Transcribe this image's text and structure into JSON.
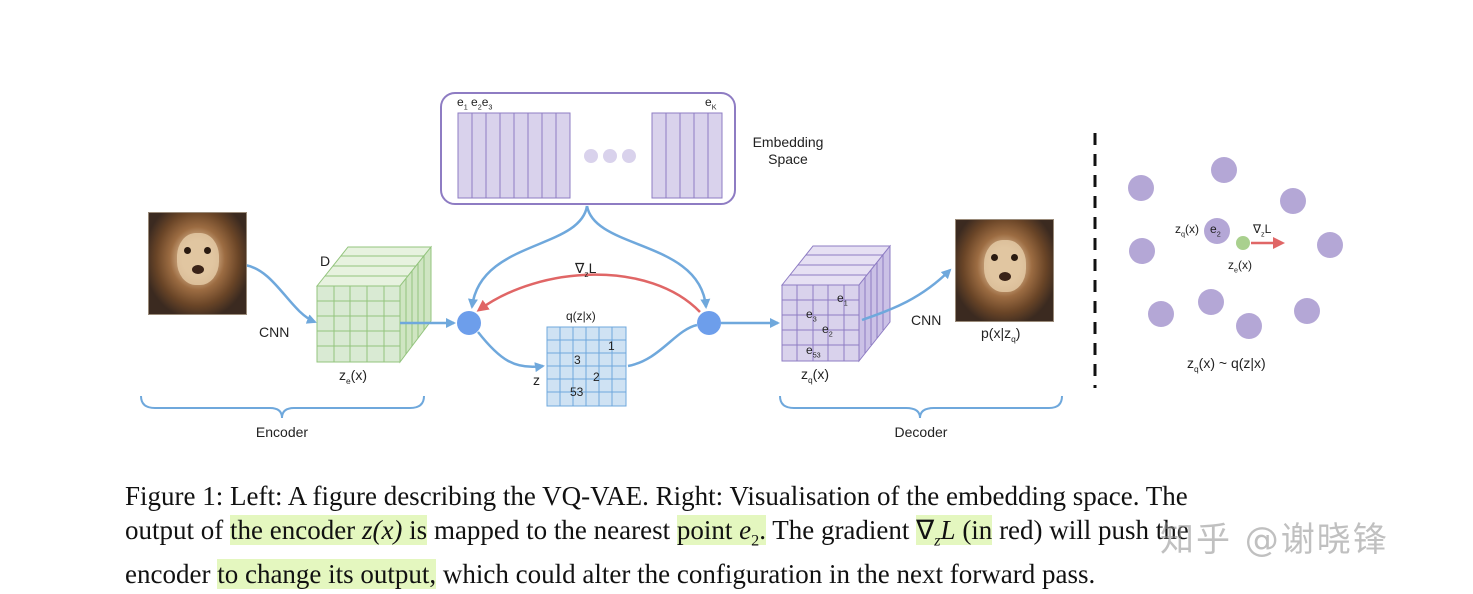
{
  "figure": {
    "embedding_labels": {
      "e1": "e",
      "e1_sub": "1",
      "e2": "e",
      "e2_sub": "2",
      "e3": "e",
      "e3_sub": "3",
      "ek": "e",
      "ek_sub": "K"
    },
    "embedding_space_line1": "Embedding",
    "embedding_space_line2": "Space",
    "cnn_encoder": "CNN",
    "cnn_decoder": "CNN",
    "depth_label": "D",
    "ze_label": "z",
    "ze_sub": "e",
    "ze_arg": "(x)",
    "grad_label": "∇",
    "grad_sub": "z",
    "grad_L": "L",
    "qzx_label": "q(z|x)",
    "z_label": "z",
    "grid_values": {
      "v1": "1",
      "v3": "3",
      "v2": "2",
      "v53": "53"
    },
    "decoder_cube_labels": {
      "e1": "e",
      "e1_sub": "1",
      "e3": "e",
      "e3_sub": "3",
      "e2": "e",
      "e2_sub": "2",
      "e53": "e",
      "e53_sub": "53"
    },
    "zq_label": "z",
    "zq_sub": "q",
    "zq_arg": "(x)",
    "pxzq_label": "p(x|z",
    "pxzq_sub": "q",
    "pxzq_close": ")",
    "encoder_label": "Encoder",
    "decoder_label": "Decoder",
    "right_panel": {
      "zq_text": "z",
      "zq_sub": "q",
      "zq_arg": "(x)",
      "e2_text": "e",
      "e2_sub": "2",
      "grad_text": "∇",
      "grad_sub": "z",
      "grad_L": "L",
      "ze_text": "z",
      "ze_sub": "e",
      "ze_arg": "(x)",
      "bottom_text_a": "z",
      "bottom_sub": "q",
      "bottom_text_b": "(x) ~ q(z|x)"
    },
    "colors": {
      "purple_fill": "#d9d2ec",
      "purple_stroke": "#8e7cc3",
      "green_fill": "#d9ead3",
      "green_stroke": "#93c47d",
      "blue_fill": "#cfe2f3",
      "blue_stroke": "#6fa8dc",
      "arrow_blue": "#6fa8dc",
      "arrow_red": "#e06666",
      "node_blue": "#6d9eeb",
      "dot_purple": "#b4a7d6",
      "dot_green": "#a9d08e",
      "highlight": "#e4f7bf"
    }
  },
  "caption": {
    "line1": "Figure 1: Left: A figure describing the VQ-VAE. Right: Visualisation of the embedding space. The",
    "l2_a": "output of ",
    "l2_hl1": "the encoder ",
    "l2_hl1_math": "z",
    "l2_hl1_math_b": "(x)",
    "l2_hl1_end": " is",
    "l2_b": " mapped to the nearest ",
    "l2_hl2": "point ",
    "l2_hl2_math": "e",
    "l2_hl2_sub": "2",
    "l2_hl2_end": ".",
    "l2_c": " The gradient ",
    "l2_hl3_math": "∇",
    "l2_hl3_sub": "z",
    "l2_hl3_L": "L",
    "l2_hl3_end": " (in",
    "l2_d": " red) will push the",
    "l3_a": "encoder ",
    "l3_hl": "to change its output,",
    "l3_b": " which could alter the configuration in the next forward pass."
  },
  "watermark": "知乎 @谢晓锋"
}
